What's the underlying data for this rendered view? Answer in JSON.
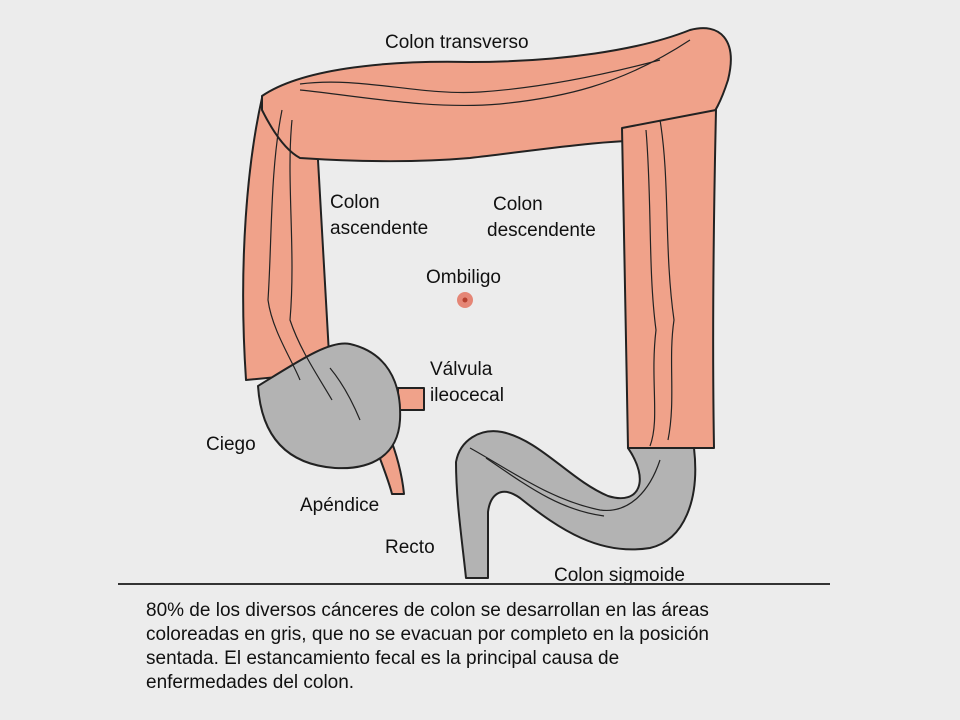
{
  "labels": {
    "transverse": "Colon transverso",
    "ascending_1": "Colon",
    "ascending_2": "ascendente",
    "descending_1": "Colon",
    "descending_2": "descendente",
    "navel": "Ombiligo",
    "valve_1": "Válvula",
    "valve_2": "ileocecal",
    "cecum": "Ciego",
    "appendix": "Apéndice",
    "rectum": "Recto",
    "sigmoid": "Colon sigmoide"
  },
  "caption": {
    "line1": "80% de los diversos cánceres de colon se desarrollan en las áreas",
    "line2": "coloreadas en   gris, que no se evacuan por completo en la posición",
    "line3": "sentada. El estancamiento  fecal es la principal causa de",
    "line4": "enfermedades del colon."
  },
  "colors": {
    "background": "#ececec",
    "colon": "#f0a28a",
    "risk_area": "#b3b3b3",
    "outline": "#222222",
    "navel": "#e58676"
  }
}
